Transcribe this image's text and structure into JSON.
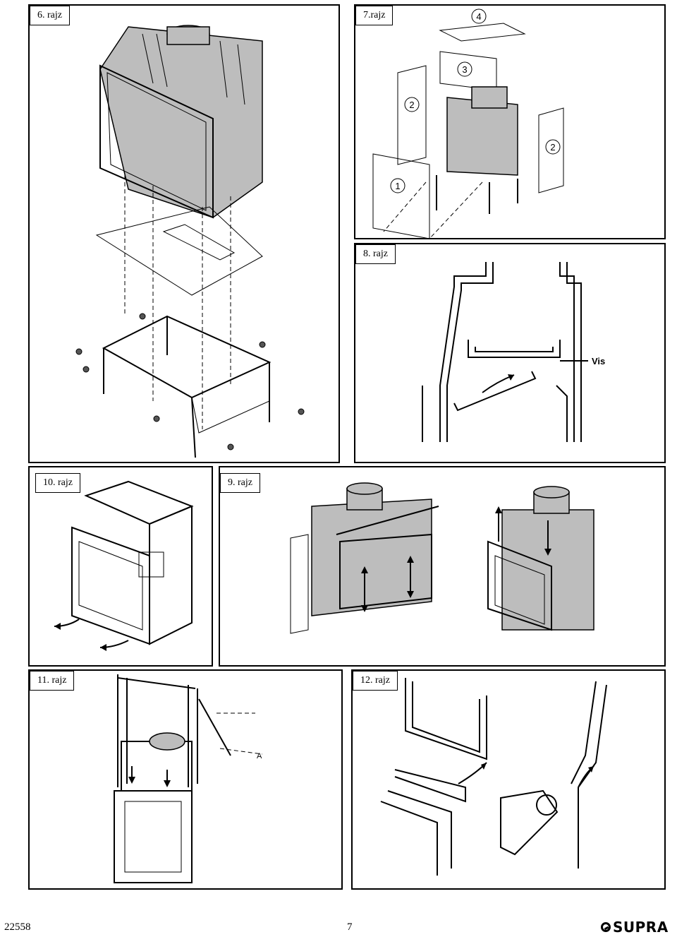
{
  "figures": {
    "fig6": {
      "label": "6. rajz"
    },
    "fig7": {
      "label": "7.rajz",
      "callouts": [
        "1",
        "2",
        "2",
        "3",
        "4"
      ]
    },
    "fig8": {
      "label": "8. rajz",
      "annotation": "Vis"
    },
    "fig9": {
      "label": "9. rajz"
    },
    "fig10": {
      "label": "10. rajz"
    },
    "fig11": {
      "label": "11. rajz",
      "annotation": "A"
    },
    "fig12": {
      "label": "12. rajz"
    }
  },
  "footer": {
    "doc_number": "22558",
    "page_number": "7",
    "brand": "SUPRA"
  }
}
